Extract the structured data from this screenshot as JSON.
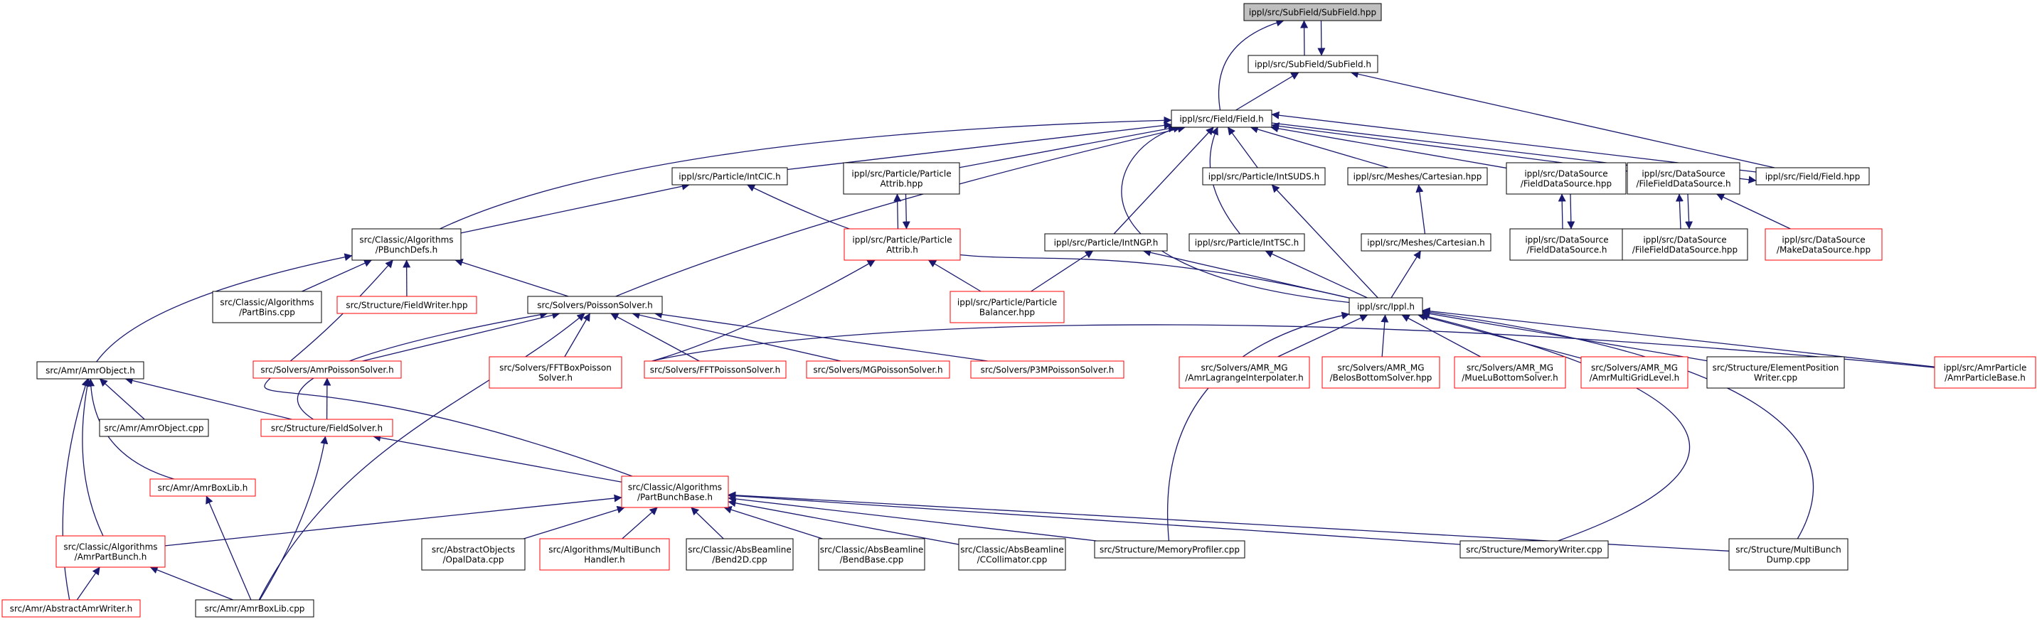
{
  "graph": {
    "edge_color": "#191970",
    "box_border_default": "#000000",
    "box_border_highlight": "#ff0000",
    "root_fill": "#bfbfbf",
    "nodes": [
      {
        "id": "subfield_hpp",
        "lines": [
          "ippl/src/SubField/SubField.hpp"
        ],
        "style": "root"
      },
      {
        "id": "subfield_h",
        "lines": [
          "ippl/src/SubField/SubField.h"
        ],
        "style": "black"
      },
      {
        "id": "field_h",
        "lines": [
          "ippl/src/Field/Field.h"
        ],
        "style": "black"
      },
      {
        "id": "intcic_h",
        "lines": [
          "ippl/src/Particle/IntCIC.h"
        ],
        "style": "black"
      },
      {
        "id": "pattrib_hpp",
        "lines": [
          "ippl/src/Particle/Particle",
          "Attrib.hpp"
        ],
        "style": "black"
      },
      {
        "id": "intsuds_h",
        "lines": [
          "ippl/src/Particle/IntSUDS.h"
        ],
        "style": "black"
      },
      {
        "id": "cart_hpp",
        "lines": [
          "ippl/src/Meshes/Cartesian.hpp"
        ],
        "style": "black"
      },
      {
        "id": "fds_hpp",
        "lines": [
          "ippl/src/DataSource",
          "/FieldDataSource.hpp"
        ],
        "style": "black"
      },
      {
        "id": "ffds_h",
        "lines": [
          "ippl/src/DataSource",
          "/FileFieldDataSource.h"
        ],
        "style": "black"
      },
      {
        "id": "field_hpp",
        "lines": [
          "ippl/src/Field/Field.hpp"
        ],
        "style": "black"
      },
      {
        "id": "pbunchdefs_h",
        "lines": [
          "src/Classic/Algorithms",
          "/PBunchDefs.h"
        ],
        "style": "black"
      },
      {
        "id": "pattrib_h",
        "lines": [
          "ippl/src/Particle/Particle",
          "Attrib.h"
        ],
        "style": "red"
      },
      {
        "id": "intngp_h",
        "lines": [
          "ippl/src/Particle/IntNGP.h"
        ],
        "style": "black"
      },
      {
        "id": "inttsc_h",
        "lines": [
          "ippl/src/Particle/IntTSC.h"
        ],
        "style": "black"
      },
      {
        "id": "cart_h",
        "lines": [
          "ippl/src/Meshes/Cartesian.h"
        ],
        "style": "black"
      },
      {
        "id": "fds_h",
        "lines": [
          "ippl/src/DataSource",
          "/FieldDataSource.h"
        ],
        "style": "black"
      },
      {
        "id": "ffds_hpp",
        "lines": [
          "ippl/src/DataSource",
          "/FileFieldDataSource.hpp"
        ],
        "style": "black"
      },
      {
        "id": "mds_hpp",
        "lines": [
          "ippl/src/DataSource",
          "/MakeDataSource.hpp"
        ],
        "style": "red"
      },
      {
        "id": "partbins_cpp",
        "lines": [
          "src/Classic/Algorithms",
          "/PartBins.cpp"
        ],
        "style": "black"
      },
      {
        "id": "fieldwriter_hpp",
        "lines": [
          "src/Structure/FieldWriter.hpp"
        ],
        "style": "red"
      },
      {
        "id": "poissonsolver_h",
        "lines": [
          "src/Solvers/PoissonSolver.h"
        ],
        "style": "black"
      },
      {
        "id": "pbalancer_hpp",
        "lines": [
          "ippl/src/Particle/Particle",
          "Balancer.hpp"
        ],
        "style": "red"
      },
      {
        "id": "ippl_h",
        "lines": [
          "ippl/src/Ippl.h"
        ],
        "style": "black"
      },
      {
        "id": "amrobject_h",
        "lines": [
          "src/Amr/AmrObject.h"
        ],
        "style": "black"
      },
      {
        "id": "amrpoisson_h",
        "lines": [
          "src/Solvers/AmrPoissonSolver.h"
        ],
        "style": "red"
      },
      {
        "id": "fftbox_h",
        "lines": [
          "src/Solvers/FFTBoxPoisson",
          "Solver.h"
        ],
        "style": "red"
      },
      {
        "id": "fftpoisson_h",
        "lines": [
          "src/Solvers/FFTPoissonSolver.h"
        ],
        "style": "red"
      },
      {
        "id": "mgpoisson_h",
        "lines": [
          "src/Solvers/MGPoissonSolver.h"
        ],
        "style": "red"
      },
      {
        "id": "p3m_h",
        "lines": [
          "src/Solvers/P3MPoissonSolver.h"
        ],
        "style": "red"
      },
      {
        "id": "amrlag_h",
        "lines": [
          "src/Solvers/AMR_MG",
          "/AmrLagrangeInterpolater.h"
        ],
        "style": "red"
      },
      {
        "id": "belos_hpp",
        "lines": [
          "src/Solvers/AMR_MG",
          "/BelosBottomSolver.hpp"
        ],
        "style": "red"
      },
      {
        "id": "muelu_h",
        "lines": [
          "src/Solvers/AMR_MG",
          "/MueLuBottomSolver.h"
        ],
        "style": "red"
      },
      {
        "id": "amrmgl_h",
        "lines": [
          "src/Solvers/AMR_MG",
          "/AmrMultiGridLevel.h"
        ],
        "style": "red"
      },
      {
        "id": "elempos_cpp",
        "lines": [
          "src/Structure/ElementPosition",
          "Writer.cpp"
        ],
        "style": "black"
      },
      {
        "id": "amrpb_h",
        "lines": [
          "ippl/src/AmrParticle",
          "/AmrParticleBase.h"
        ],
        "style": "red"
      },
      {
        "id": "amrobject_cpp",
        "lines": [
          "src/Amr/AmrObject.cpp"
        ],
        "style": "black"
      },
      {
        "id": "fieldsolver_h",
        "lines": [
          "src/Structure/FieldSolver.h"
        ],
        "style": "red"
      },
      {
        "id": "amrboxlib_h",
        "lines": [
          "src/Amr/AmrBoxLib.h"
        ],
        "style": "red"
      },
      {
        "id": "partbunchbase_h",
        "lines": [
          "src/Classic/Algorithms",
          "/PartBunchBase.h"
        ],
        "style": "red"
      },
      {
        "id": "amrpartbunch_h",
        "lines": [
          "src/Classic/Algorithms",
          "/AmrPartBunch.h"
        ],
        "style": "red"
      },
      {
        "id": "opaldata_cpp",
        "lines": [
          "src/AbstractObjects",
          "/OpalData.cpp"
        ],
        "style": "black"
      },
      {
        "id": "multibunch_h",
        "lines": [
          "src/Algorithms/MultiBunch",
          "Handler.h"
        ],
        "style": "red"
      },
      {
        "id": "bend2d_cpp",
        "lines": [
          "src/Classic/AbsBeamline",
          "/Bend2D.cpp"
        ],
        "style": "black"
      },
      {
        "id": "bendbase_cpp",
        "lines": [
          "src/Classic/AbsBeamline",
          "/BendBase.cpp"
        ],
        "style": "black"
      },
      {
        "id": "ccoll_cpp",
        "lines": [
          "src/Classic/AbsBeamline",
          "/CCollimator.cpp"
        ],
        "style": "black"
      },
      {
        "id": "memprof_cpp",
        "lines": [
          "src/Structure/MemoryProfiler.cpp"
        ],
        "style": "black"
      },
      {
        "id": "memwriter_cpp",
        "lines": [
          "src/Structure/MemoryWriter.cpp"
        ],
        "style": "black"
      },
      {
        "id": "mbdump_cpp",
        "lines": [
          "src/Structure/MultiBunch",
          "Dump.cpp"
        ],
        "style": "black"
      },
      {
        "id": "abstractamrwriter_h",
        "lines": [
          "src/Amr/AbstractAmrWriter.h"
        ],
        "style": "red"
      },
      {
        "id": "amrboxlib_cpp",
        "lines": [
          "src/Amr/AmrBoxLib.cpp"
        ],
        "style": "black"
      }
    ]
  }
}
